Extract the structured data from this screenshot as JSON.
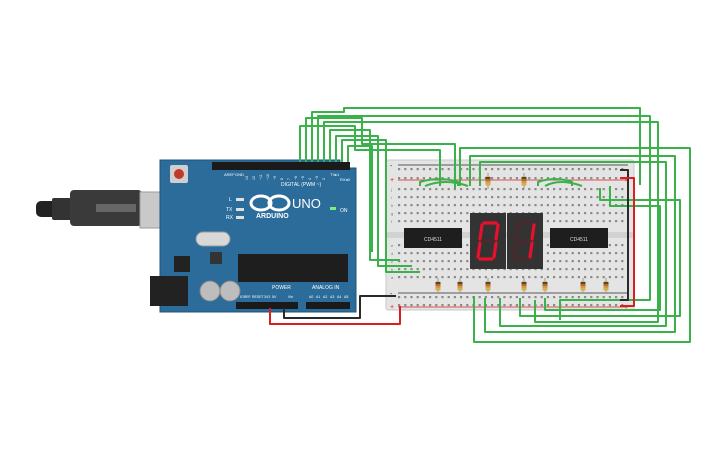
{
  "board": {
    "logo_text": "ARDUINO",
    "model": "UNO",
    "on_label": "ON",
    "digital_label": "DIGITAL (PWM ~)",
    "power_label": "POWER",
    "analog_label": "ANALOG IN",
    "aref_label": "AREF",
    "gnd_label": "GND",
    "tx_label": "TX",
    "rx_label": "RX",
    "l_label": "L",
    "ioref_label": "IOREF",
    "reset_label": "RESET",
    "v33_label": "3V3",
    "v5_label": "5V",
    "vin_label": "Vin",
    "tx0_label": "TX▸1",
    "rx0_label": "RX◂0",
    "digital_pins": [
      "13",
      "12",
      "~11",
      "~10",
      "~9",
      "8",
      "7",
      "~6",
      "~5",
      "4",
      "~3",
      "2"
    ],
    "analog_pins": [
      "A0",
      "A1",
      "A2",
      "A3",
      "A4",
      "A5"
    ]
  },
  "breadboard": {
    "row_letters_top": [
      "j",
      "i",
      "h",
      "g",
      "f"
    ],
    "row_letters_bottom": [
      "e",
      "d",
      "c",
      "b",
      "a"
    ],
    "col_numbers": [
      "1",
      "5",
      "10",
      "15",
      "20",
      "25",
      "30"
    ],
    "plus": "+",
    "minus": "-"
  },
  "chips": [
    {
      "label": "CD4511"
    },
    {
      "label": "CD4511"
    }
  ],
  "display": {
    "digits": [
      "0",
      "1"
    ],
    "segment_color": "#e8102a"
  },
  "colors": {
    "board": "#2b6c9a",
    "wire_green": "#3ab24a",
    "wire_red": "#d9201f",
    "wire_black": "#2a2a2a",
    "breadboard": "#e4e4e4"
  }
}
